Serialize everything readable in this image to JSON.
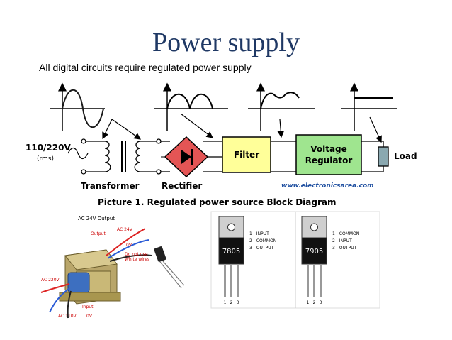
{
  "slide": {
    "title": "Power supply",
    "subtitle": "All digital circuits require regulated power supply"
  },
  "block_diagram": {
    "input_voltage": "110/220V",
    "input_note": "(rms)",
    "stages": [
      "Transformer",
      "Rectifier",
      "Filter",
      "Voltage",
      "Regulator",
      "Load"
    ],
    "watermark": "www.electronicsarea.com",
    "caption": "Picture 1.  Regulated power source Block Diagram"
  },
  "transformer_photo": {
    "labels": [
      "AC 24V Output",
      "Output",
      "AC 24V",
      "0V",
      "Do not use",
      "White wires",
      "AC 220V",
      "AC 110V",
      "0V",
      "Input"
    ]
  },
  "regulators": [
    {
      "part": "7805",
      "pins": [
        "1 - INPUT",
        "2 - COMMON",
        "3 - OUTPUT"
      ],
      "pin_numbers": [
        "1",
        "2",
        "3"
      ]
    },
    {
      "part": "7905",
      "pins": [
        "1 - COMMON",
        "2 - INPUT",
        "3 - OUTPUT"
      ],
      "pin_numbers": [
        "1",
        "2",
        "3"
      ]
    }
  ],
  "colors": {
    "title": "#1f3864",
    "filter_block": "#ffff99",
    "regulator_block": "#9fe58f",
    "rectifier_diamond": "#e45555",
    "load_block": "#8aa8b0"
  }
}
